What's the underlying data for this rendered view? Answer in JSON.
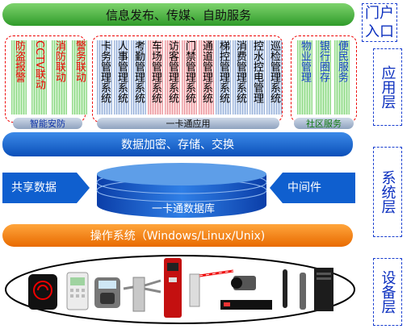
{
  "portal": {
    "label": "信息发布、传媒、自助服务"
  },
  "security": {
    "items": [
      "防盗报警",
      "CCTV联动",
      "消防联动",
      "警务联动"
    ],
    "label": "智能安防"
  },
  "card_apps": {
    "items": [
      "卡务管理系统",
      "人事管理系统",
      "考勤管理系统",
      "车场管理系统",
      "访客管理系统",
      "门禁管理系统",
      "通道管理系统",
      "梯控管理系统",
      "消费管理系统",
      "控水控电管理",
      "巡检管理系统"
    ],
    "label": "一卡通应用"
  },
  "community": {
    "items": [
      "物业管理",
      "银行圈存",
      "便民服务"
    ],
    "label": "社区服务"
  },
  "data_bar": {
    "label": "数据加密、存储、交换"
  },
  "shared_data": {
    "label": "共享数据"
  },
  "database": {
    "label": "一卡通数据库"
  },
  "middleware": {
    "label": "中间件"
  },
  "os_bar": {
    "label": "操作系统（Windows/Linux/Unix)"
  },
  "layers": {
    "portal": "门户入口",
    "app": "应用层",
    "system": "系统层",
    "device": "设备层"
  },
  "colors": {
    "green": "#3aa534",
    "blue": "#0f5fcf",
    "orange": "#f58214",
    "red_dash": "#e00000",
    "side_blue": "#1a3fd0"
  }
}
